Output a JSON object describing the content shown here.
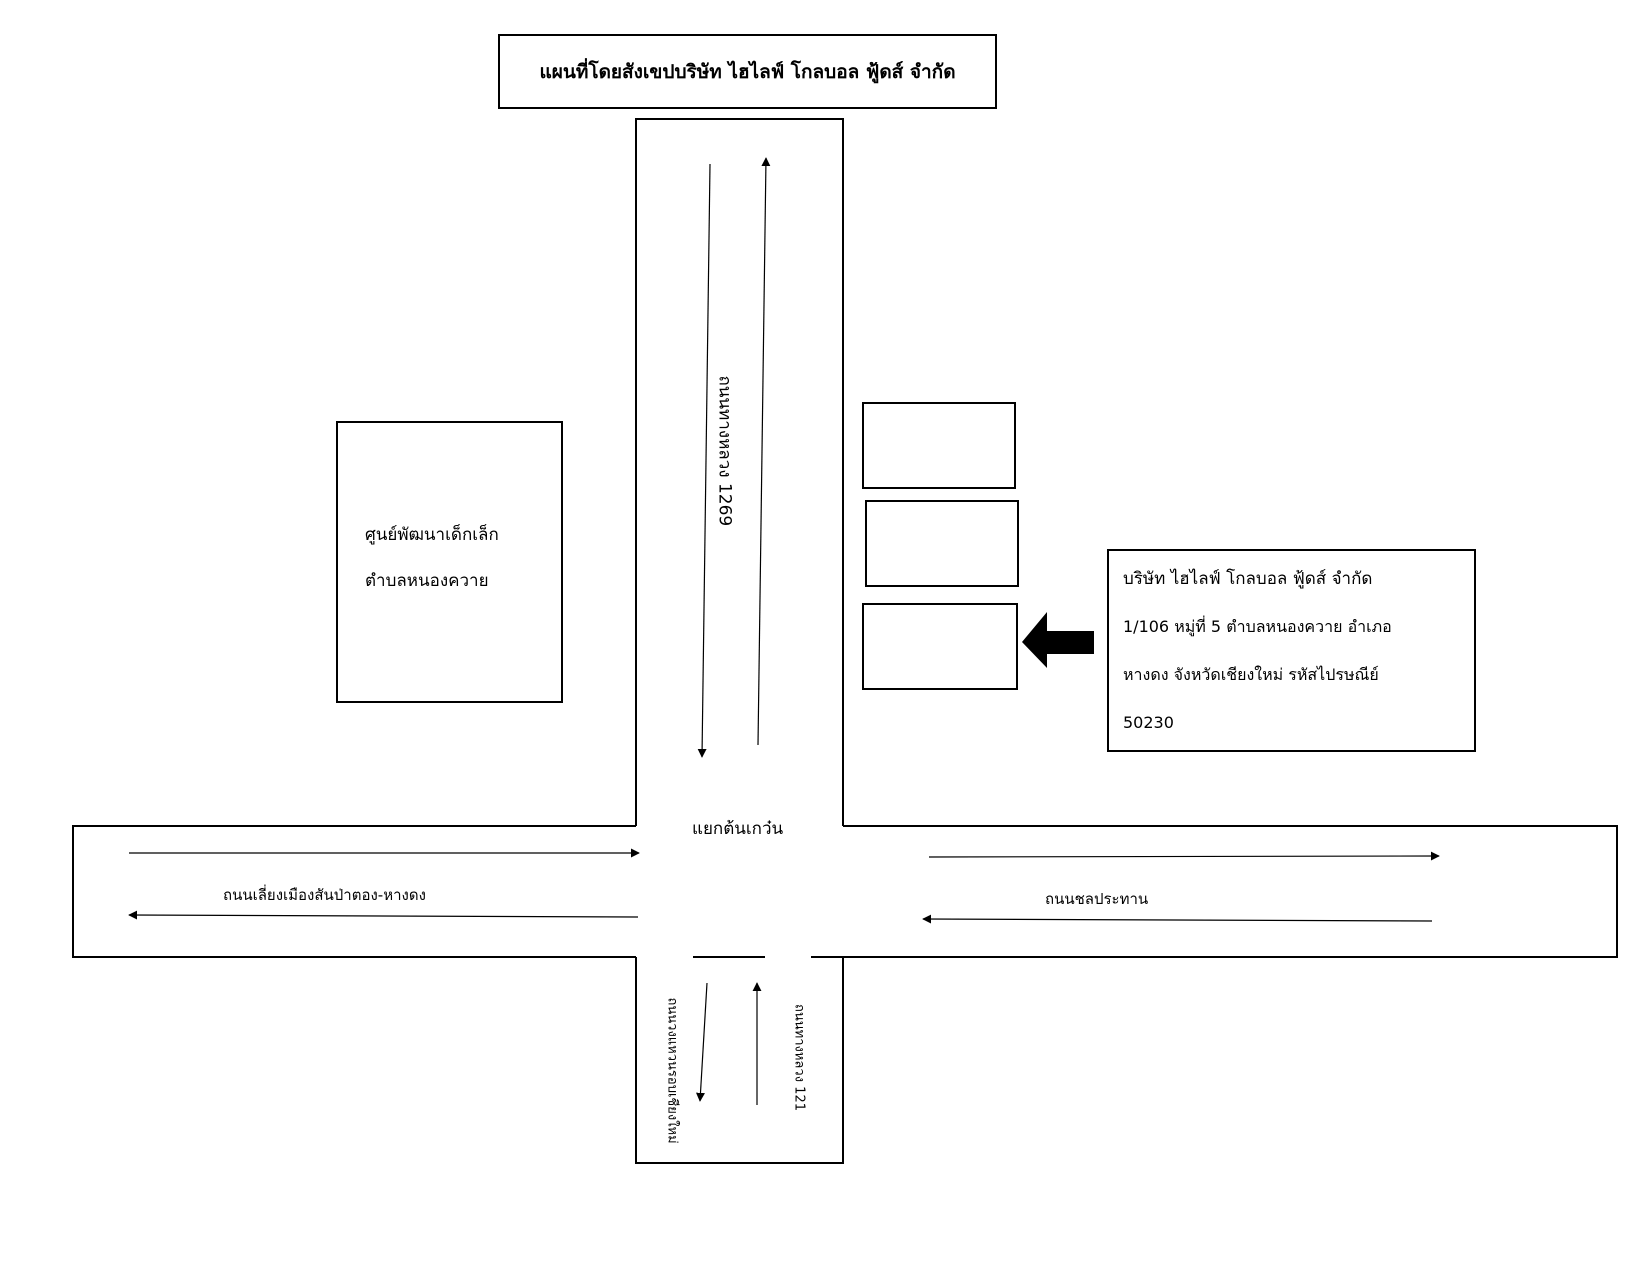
{
  "title": "แผนที่โดยสังเขปบริษัท ไฮไลฟ์ โกลบอล ฟู้ดส์ จำกัด",
  "roads": {
    "north": "ถนนทางหลวง 1269",
    "west": "ถนนเลี่ยงเมืองสันป่าตอง-หางดง",
    "east": "ถนนชลประทาน",
    "south_left": "ถนนวงแหวนรอบเชียงใหม่",
    "south_right": "ถนนทางหลวง 121"
  },
  "intersection": "แยกต้นเกว๋น",
  "landmark": {
    "line1": "ศูนย์พัฒนาเด็กเล็ก",
    "line2": "ตำบลหนองควาย"
  },
  "company": {
    "name": "บริษัท ไฮไลฟ์ โกลบอล ฟู้ดส์ จำกัด",
    "address1": "1/106 หมู่ที่ 5 ตำบลหนองควาย อำเภอ",
    "address2": "หางดง จังหวัดเชียงใหม่ รหัสไปรษณีย์",
    "address3": "50230"
  },
  "colors": {
    "ink": "#000000",
    "background": "#ffffff"
  }
}
